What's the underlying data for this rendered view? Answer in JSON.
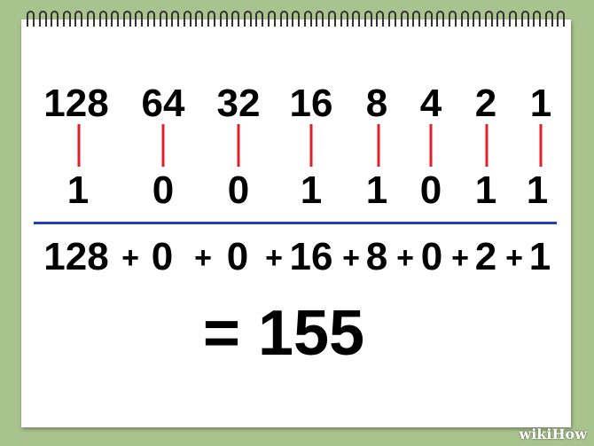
{
  "place_values": [
    "128",
    "64",
    "32",
    "16",
    "8",
    "4",
    "2",
    "1"
  ],
  "bits": [
    "1",
    "0",
    "0",
    "1",
    "1",
    "0",
    "1",
    "1"
  ],
  "terms": [
    "128",
    "0",
    "0",
    "16",
    "8",
    "0",
    "2",
    "1"
  ],
  "operator": "+",
  "result": "= 155",
  "brand": "wikiHow",
  "colors": {
    "background": "#a9c38f",
    "tick": "#e0202a",
    "divider": "#1f3fbf"
  }
}
